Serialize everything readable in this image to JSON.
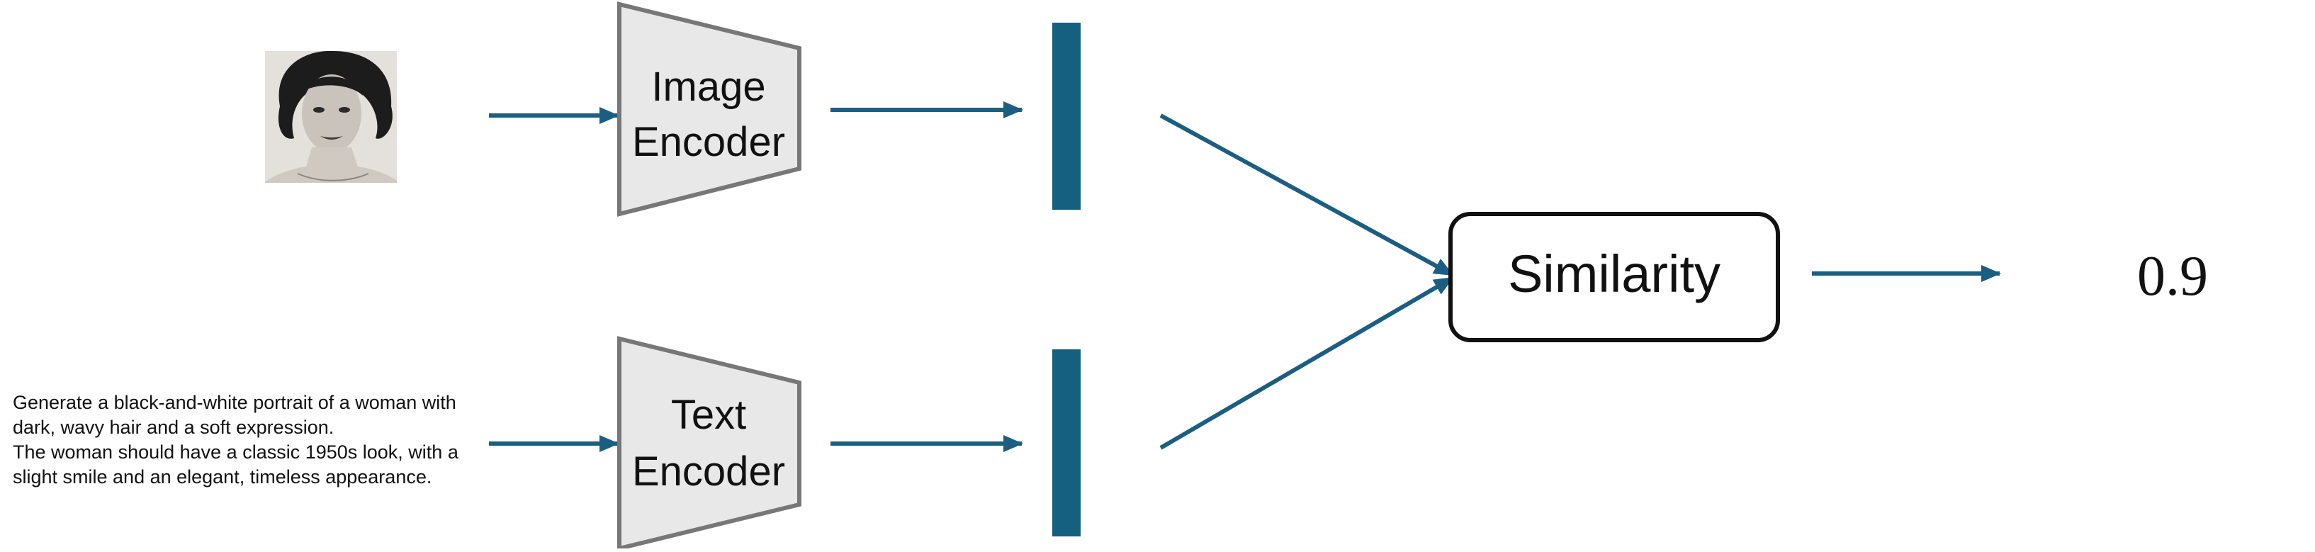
{
  "colors": {
    "arrow": "#1b5e82",
    "embedding": "#15607f",
    "encoder_fill": "#e8e8e8",
    "encoder_stroke": "#777777",
    "box_stroke": "#111111",
    "text": "#111111"
  },
  "input_image": {
    "icon": "portrait-photo-icon",
    "alt": "black-and-white portrait of a woman"
  },
  "image_encoder": {
    "line1": "Image",
    "line2": "Encoder"
  },
  "text_encoder": {
    "line1": "Text",
    "line2": "Encoder"
  },
  "prompt": {
    "line1": "Generate a black-and-white portrait of a woman with",
    "line2": "dark, wavy hair and a soft expression.",
    "line3": "The woman should have a classic 1950s look, with a",
    "line4": "slight smile and an elegant, timeless appearance."
  },
  "similarity": {
    "label": "Similarity"
  },
  "score": {
    "value": "0.9"
  }
}
